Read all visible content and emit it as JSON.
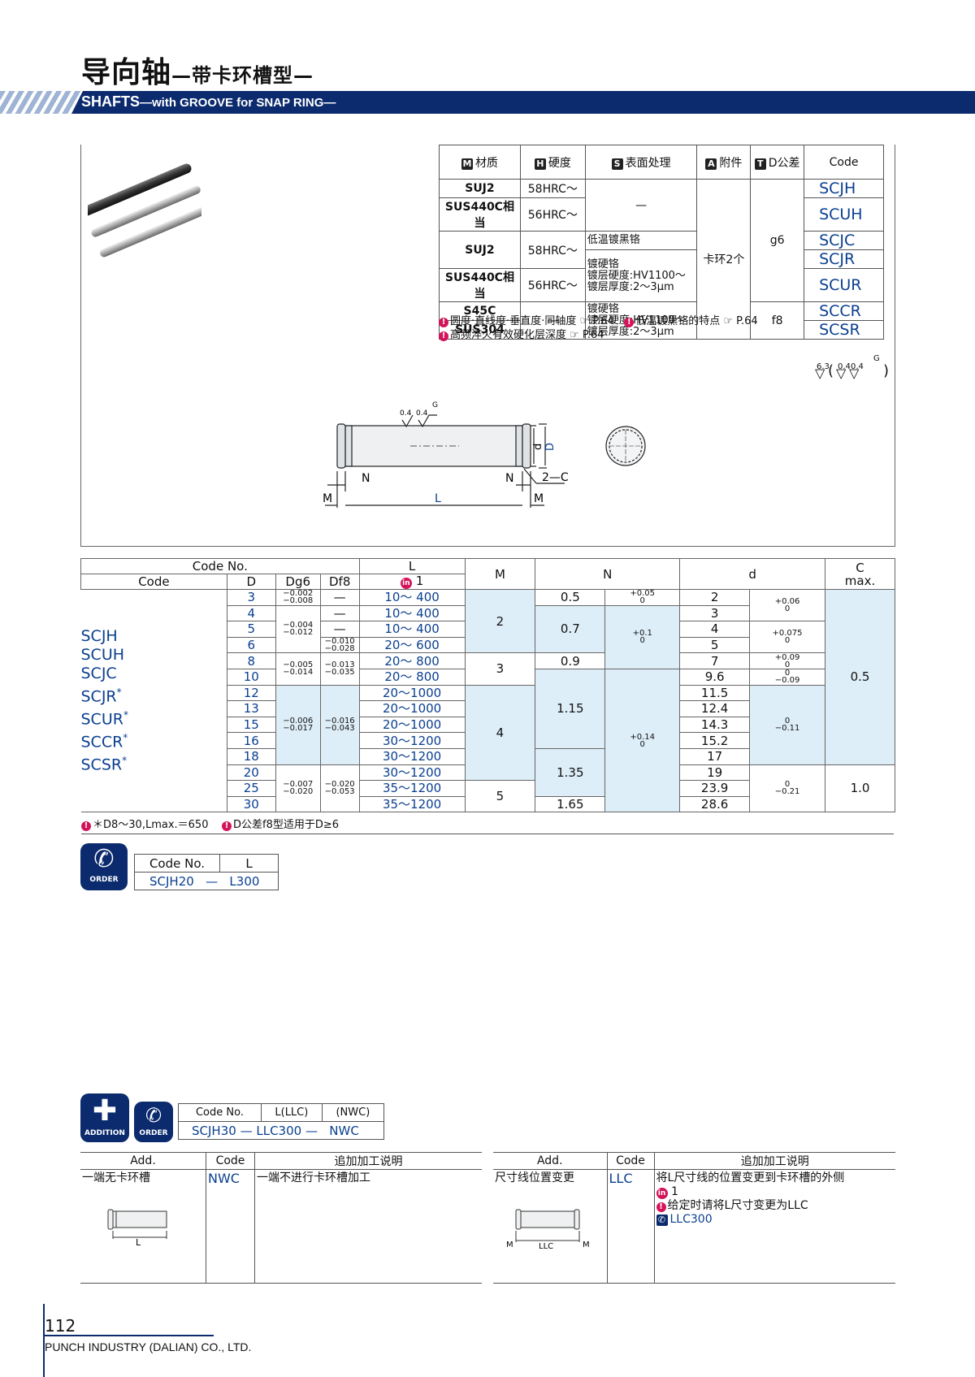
{
  "title": {
    "main": "导向轴",
    "sub": "—带卡环槽型—"
  },
  "banner": {
    "title": "SHAFTS",
    "subtitle": "—with GROOVE for SNAP RING—"
  },
  "spec": {
    "headers": [
      {
        "badge": "M",
        "label": "材质"
      },
      {
        "badge": "H",
        "label": "硬度"
      },
      {
        "badge": "S",
        "label": "表面处理"
      },
      {
        "badge": "A",
        "label": "附件"
      },
      {
        "badge": "T",
        "label": "D公差"
      },
      {
        "badge": "",
        "label": "Code"
      }
    ],
    "rows": [
      {
        "material": "SUJ2",
        "hardness": "58HRC～",
        "code": "SCJH"
      },
      {
        "material": "SUS440C相当",
        "hardness": "56HRC～",
        "code": "SCUH"
      },
      {
        "material": "SUJ2",
        "hardness": "58HRC～",
        "code": "SCJC"
      },
      {
        "material": "",
        "hardness": "",
        "code": "SCJR"
      },
      {
        "material": "SUS440C相当",
        "hardness": "56HRC～",
        "code": "SCUR"
      },
      {
        "material": "S45C",
        "hardness": "—",
        "code": "SCCR"
      },
      {
        "material": "SUS304",
        "hardness": "",
        "code": "SCSR"
      }
    ],
    "surface": {
      "none": "—",
      "black_chrome": "低温镀黑铬",
      "hard_chrome_1": "镀硬铬\n镀层硬度:HV1100～\n镀层厚度:2～3μm",
      "hard_chrome_2": "镀硬铬\n镀层硬度:HV1100～\n镀层厚度:2～3μm"
    },
    "attachment": "卡环2个",
    "tol_g6": "g6",
    "tol_f8": "f8",
    "notes": [
      "圆度·直线度·垂直度·同轴度 ☞ P.64",
      "低温镀黑铬的特点 ☞ P.64",
      "高频淬火有效硬化层深度 ☞ P.64"
    ]
  },
  "drawing": {
    "labels": {
      "M": "M",
      "N": "N",
      "L": "L",
      "d": "d",
      "D": "D",
      "chamfer": "2—C",
      "G": "G",
      "r04": "0.4",
      "r63": "6.3"
    }
  },
  "dim": {
    "header": {
      "code_no": "Code No.",
      "code": "Code",
      "D": "D",
      "Dg6": "Dg6",
      "Df8": "Df8",
      "L": "L",
      "L_sub": "1",
      "M": "M",
      "N": "N",
      "d": "d",
      "C": "C",
      "C_sub": "max."
    },
    "codes": [
      "SCJH",
      "SCUH",
      "SCJC",
      "SCJR",
      "SCUR",
      "SCCR",
      "SCSR"
    ],
    "code_star": "*",
    "D_values": [
      "3",
      "4",
      "5",
      "6",
      "8",
      "10",
      "12",
      "13",
      "15",
      "16",
      "18",
      "20",
      "25",
      "30"
    ],
    "L_values": [
      "10～ 400",
      "10～ 400",
      "10～ 400",
      "20～ 600",
      "20～ 800",
      "20～ 800",
      "20～1000",
      "20～1000",
      "20～1000",
      "30～1200",
      "30～1200",
      "30～1200",
      "35～1200",
      "35～1200"
    ],
    "d_values": [
      "2",
      "3",
      "4",
      "5",
      "7",
      "9.6",
      "11.5",
      "12.4",
      "14.3",
      "15.2",
      "17",
      "19",
      "23.9",
      "28.6"
    ],
    "dg6": [
      [
        "−0.002",
        "−0.008"
      ],
      [
        "−0.004",
        "−0.012"
      ],
      [
        "−0.005",
        "−0.014"
      ],
      [
        "−0.006",
        "−0.017"
      ],
      [
        "−0.007",
        "−0.020"
      ]
    ],
    "df8": [
      "—",
      "—",
      "—",
      [
        "−0.010",
        "−0.028"
      ],
      [
        "−0.013",
        "−0.035"
      ],
      [
        "−0.016",
        "−0.043"
      ],
      [
        "−0.020",
        "−0.053"
      ]
    ],
    "M_values": [
      "2",
      "3",
      "4",
      "5"
    ],
    "N_values": [
      "0.5",
      "0.7",
      "0.9",
      "1.15",
      "1.35",
      "1.65"
    ],
    "N_tol": [
      [
        "+0.05",
        "0"
      ],
      [
        "+0.1",
        "0"
      ],
      [
        "+0.14",
        "0"
      ]
    ],
    "d_tol": [
      [
        "+0.06",
        "0"
      ],
      [
        "+0.075",
        "0"
      ],
      [
        "+0.09",
        "0"
      ],
      [
        "0",
        "−0.09"
      ],
      [
        "0",
        "−0.11"
      ],
      [
        "0",
        "−0.21"
      ]
    ],
    "C_values": [
      "0.5",
      "1.0"
    ],
    "notes": [
      "＊D8～30,Lmax.＝650",
      "D公差f8型适用于D≥6"
    ]
  },
  "order": {
    "icon_label": "ORDER",
    "headers": [
      "Code No.",
      "L"
    ],
    "values": [
      "SCJH20",
      "—",
      "L300"
    ]
  },
  "addition": {
    "icon_label": "ADDITION",
    "order_label": "ORDER",
    "headers": [
      "Code No.",
      "L(LLC)",
      "(NWC)"
    ],
    "values": [
      "SCJH30",
      "—",
      "LLC300",
      "—",
      "NWC"
    ],
    "table_headers": [
      "Add.",
      "Code",
      "追加加工说明"
    ],
    "left": {
      "add": "一端无卡环槽",
      "code": "NWC",
      "desc": "一端不进行卡环槽加工",
      "fig_label": "L"
    },
    "right": {
      "add": "尺寸线位置变更",
      "code": "LLC",
      "desc": "将L尺寸线的位置变更到卡环槽的外侧",
      "desc2": "1",
      "desc3": "给定时请将L尺寸变更为LLC",
      "desc4": "LLC300",
      "fig_label": "LLC",
      "fig_m": "M"
    }
  },
  "footer": {
    "page": "112",
    "company": "PUNCH INDUSTRY (DALIAN) CO., LTD."
  }
}
